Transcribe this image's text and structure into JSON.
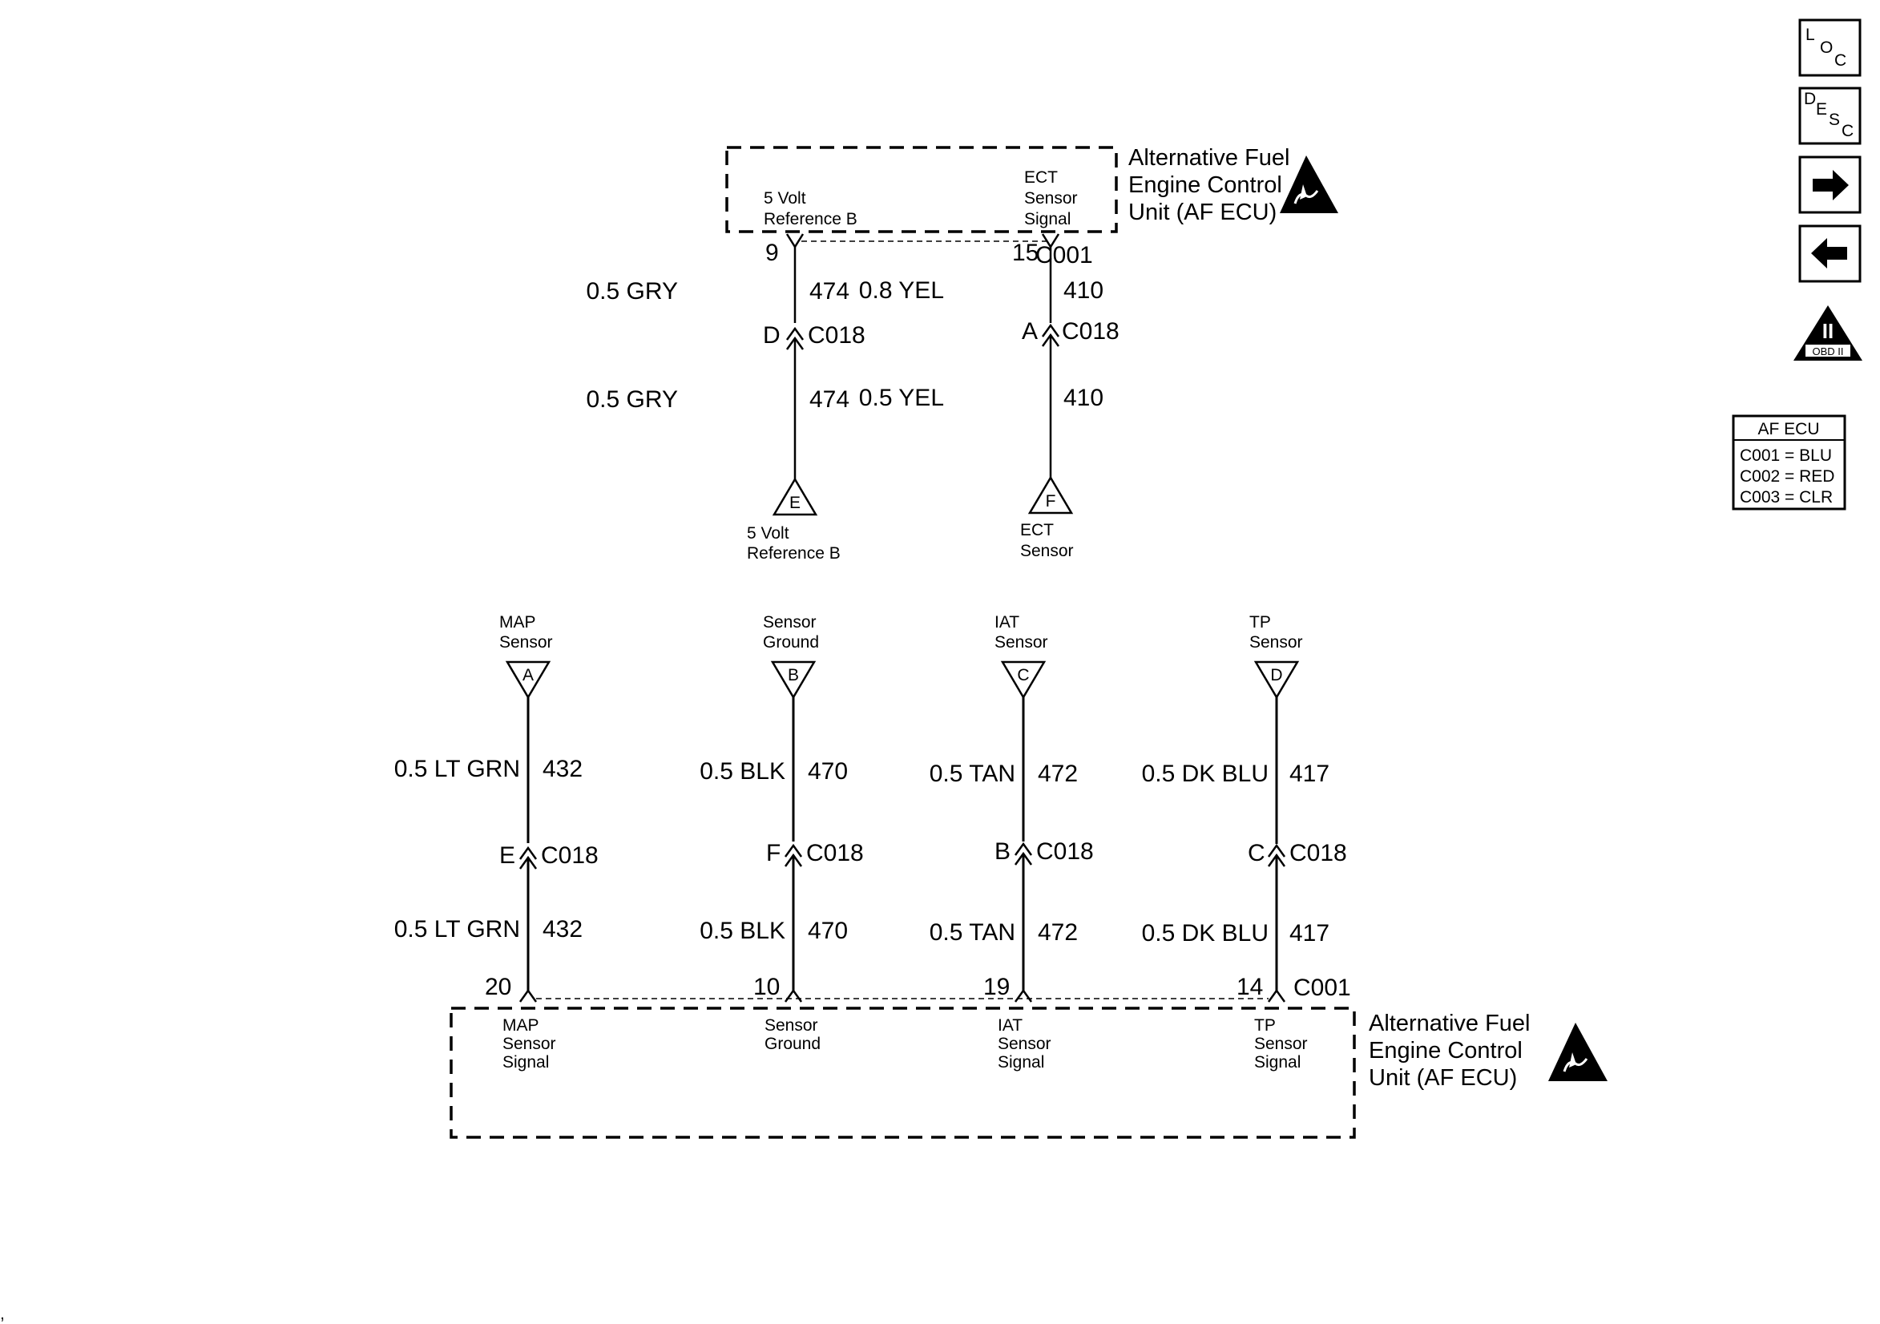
{
  "ecu_top": {
    "title_lines": [
      "Alternative Fuel",
      "Engine Control",
      "Unit (AF ECU)"
    ],
    "pin_labels": {
      "ref": [
        "5 Volt",
        "Reference B"
      ],
      "ect": [
        "ECT",
        "Sensor",
        "Signal"
      ]
    },
    "connector": "C001"
  },
  "top_circuits": [
    {
      "pin": "9",
      "wire_upper": {
        "size_color": "0.5 GRY",
        "circuit": "474"
      },
      "inline": {
        "cavity": "D",
        "connector": "C018"
      },
      "wire_lower": {
        "size_color": "0.5 GRY",
        "circuit": "474"
      },
      "terminal": {
        "letter": "E",
        "label": [
          "5 Volt",
          "Reference B"
        ]
      }
    },
    {
      "pin": "15",
      "wire_upper": {
        "size_color": "0.8 YEL",
        "circuit": "410"
      },
      "inline": {
        "cavity": "A",
        "connector": "C018"
      },
      "wire_lower": {
        "size_color": "0.5 YEL",
        "circuit": "410"
      },
      "terminal": {
        "letter": "F",
        "label": [
          "ECT",
          "Sensor"
        ]
      }
    }
  ],
  "bottom_circuits": [
    {
      "terminal": {
        "letter": "A",
        "label": [
          "MAP",
          "Sensor"
        ]
      },
      "wire_upper": {
        "size_color": "0.5 LT GRN",
        "circuit": "432"
      },
      "inline": {
        "cavity": "E",
        "connector": "C018"
      },
      "wire_lower": {
        "size_color": "0.5 LT GRN",
        "circuit": "432"
      },
      "pin": "20",
      "pin_label": [
        "MAP",
        "Sensor",
        "Signal"
      ]
    },
    {
      "terminal": {
        "letter": "B",
        "label": [
          "Sensor",
          "Ground"
        ]
      },
      "wire_upper": {
        "size_color": "0.5 BLK",
        "circuit": "470"
      },
      "inline": {
        "cavity": "F",
        "connector": "C018"
      },
      "wire_lower": {
        "size_color": "0.5 BLK",
        "circuit": "470"
      },
      "pin": "10",
      "pin_label": [
        "Sensor",
        "Ground"
      ]
    },
    {
      "terminal": {
        "letter": "C",
        "label": [
          "IAT",
          "Sensor"
        ]
      },
      "wire_upper": {
        "size_color": "0.5 TAN",
        "circuit": "472"
      },
      "inline": {
        "cavity": "B",
        "connector": "C018"
      },
      "wire_lower": {
        "size_color": "0.5 TAN",
        "circuit": "472"
      },
      "pin": "19",
      "pin_label": [
        "IAT",
        "Sensor",
        "Signal"
      ]
    },
    {
      "terminal": {
        "letter": "D",
        "label": [
          "TP",
          "Sensor"
        ]
      },
      "wire_upper": {
        "size_color": "0.5 DK BLU",
        "circuit": "417"
      },
      "inline": {
        "cavity": "C",
        "connector": "C018"
      },
      "wire_lower": {
        "size_color": "0.5 DK BLU",
        "circuit": "417"
      },
      "pin": "14",
      "pin_label": [
        "TP",
        "Sensor",
        "Signal"
      ]
    }
  ],
  "ecu_bottom": {
    "title_lines": [
      "Alternative Fuel",
      "Engine Control",
      "Unit (AF ECU)"
    ],
    "connector": "C001"
  },
  "side_nav": {
    "loc": [
      "L",
      "O",
      "C"
    ],
    "desc": [
      "D",
      "E",
      "S",
      "C"
    ],
    "next_icon": "arrow-right-icon",
    "prev_icon": "arrow-left-icon",
    "obd": {
      "numeral": "II",
      "label": "OBD II"
    }
  },
  "connector_legend": {
    "title": "AF ECU",
    "rows": [
      "C001 = BLU",
      "C002 = RED",
      "C003 = CLR"
    ]
  },
  "corner_mark": ","
}
